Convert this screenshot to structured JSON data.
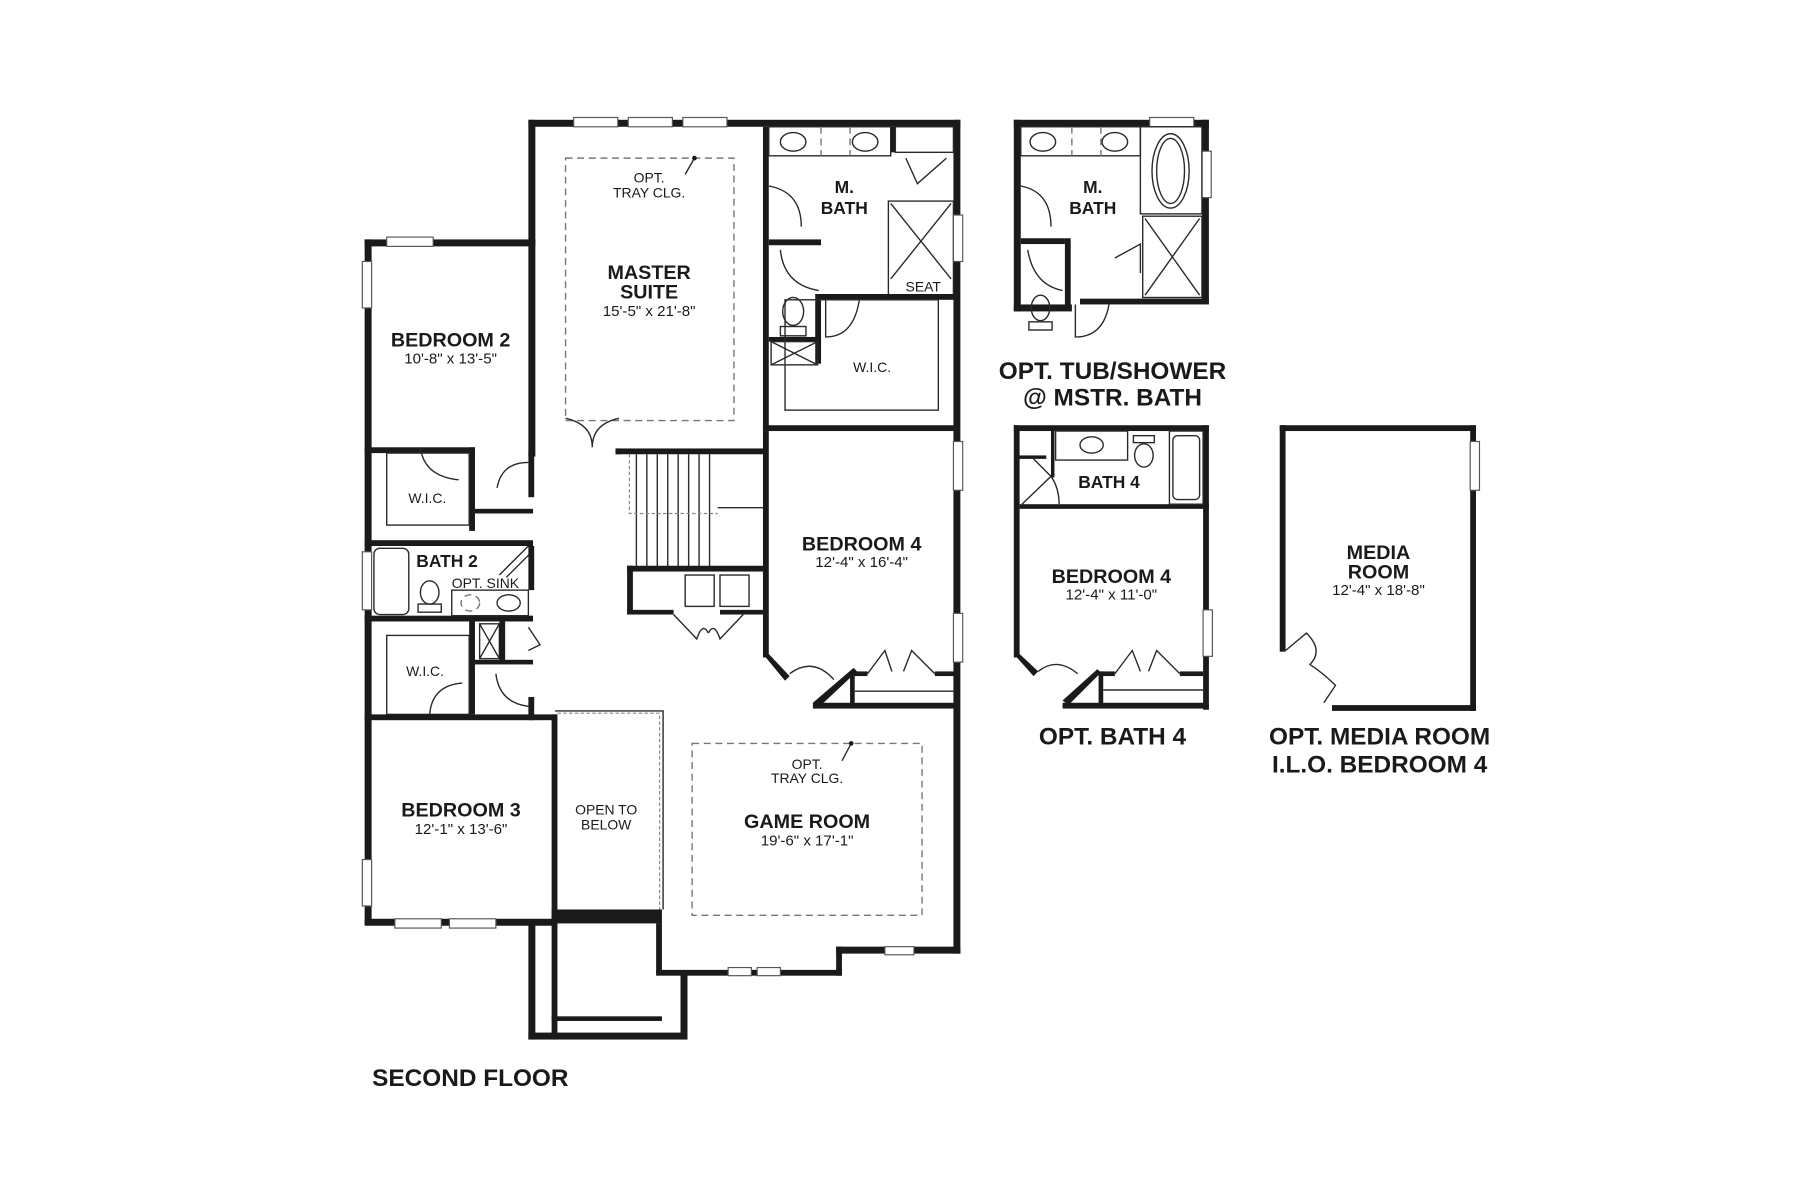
{
  "main_plan": {
    "title": "SECOND FLOOR",
    "rooms": {
      "master_suite": {
        "name_line1": "MASTER",
        "name_line2": "SUITE",
        "dims": "15'-5\" x 21'-8\"",
        "note_line1": "OPT.",
        "note_line2": "TRAY CLG."
      },
      "m_bath": {
        "name_line1": "M.",
        "name_line2": "BATH",
        "seat": "SEAT"
      },
      "master_wic": {
        "name": "W.I.C."
      },
      "bedroom2": {
        "name": "BEDROOM 2",
        "dims": "10'-8\" x 13'-5\""
      },
      "bed2_wic": {
        "name": "W.I.C."
      },
      "bath2": {
        "name": "BATH 2",
        "opt_sink": "OPT. SINK"
      },
      "bed3_wic": {
        "name": "W.I.C."
      },
      "bedroom3": {
        "name": "BEDROOM 3",
        "dims": "12'-1\" x 13'-6\""
      },
      "open_to_below": {
        "line1": "OPEN TO",
        "line2": "BELOW"
      },
      "bedroom4": {
        "name": "BEDROOM 4",
        "dims": "12'-4\" x 16'-4\""
      },
      "game_room": {
        "name": "GAME ROOM",
        "dims": "19'-6\" x 17'-1\"",
        "note_line1": "OPT.",
        "note_line2": "TRAY CLG."
      }
    }
  },
  "options": {
    "tub_shower": {
      "caption_line1": "OPT. TUB/SHOWER",
      "caption_line2": "@ MSTR. BATH",
      "room_line1": "M.",
      "room_line2": "BATH"
    },
    "bath4": {
      "caption": "OPT. BATH 4",
      "bath_name": "BATH 4",
      "bedroom_name": "BEDROOM 4",
      "bedroom_dims": "12'-4\" x 11'-0\""
    },
    "media_room": {
      "caption_line1": "OPT. MEDIA ROOM",
      "caption_line2": "I.L.O. BEDROOM 4",
      "name_line1": "MEDIA",
      "name_line2": "ROOM",
      "dims": "12'-4\" x 18'-8\""
    }
  },
  "colors": {
    "wall": "#1a1a1a",
    "background": "#ffffff"
  }
}
